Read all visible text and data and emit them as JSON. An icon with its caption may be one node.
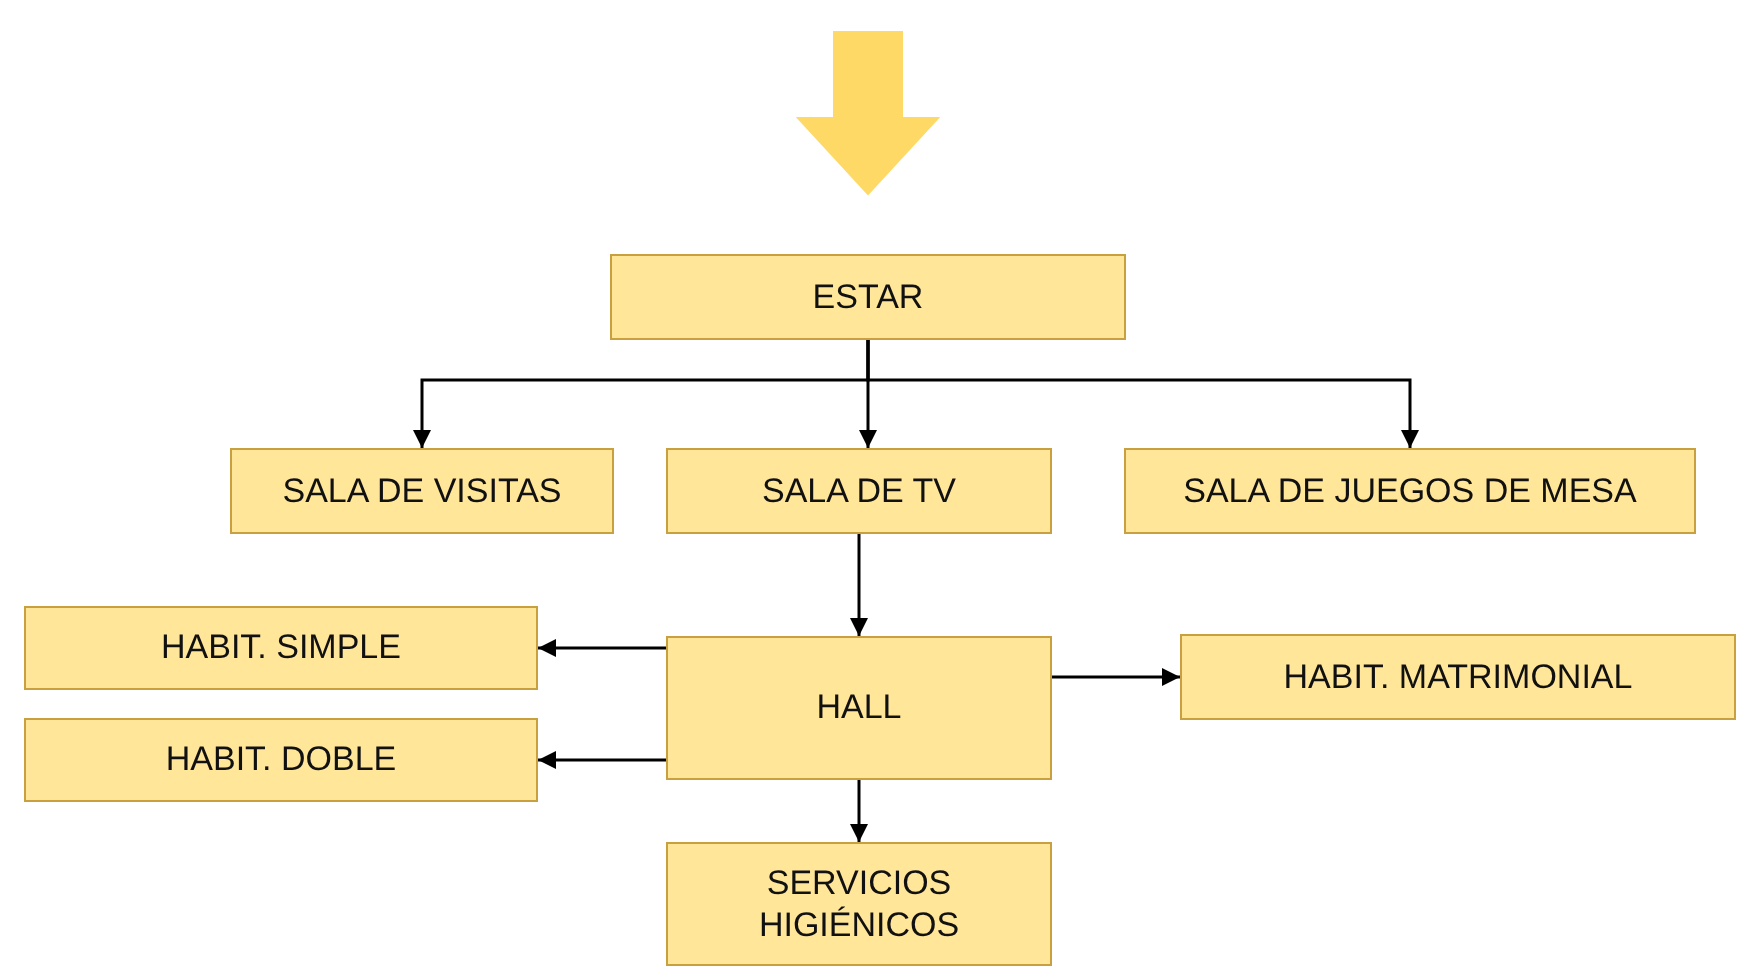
{
  "diagram": {
    "nodes": [
      {
        "text": [
          "ESTAR"
        ]
      },
      {
        "text": [
          "SALA DE VISITAS"
        ]
      },
      {
        "text": [
          "SALA DE TV"
        ]
      },
      {
        "text": [
          "SALA DE JUEGOS DE MESA"
        ]
      },
      {
        "text": [
          "HABIT. SIMPLE"
        ]
      },
      {
        "text": [
          "HALL"
        ]
      },
      {
        "text": [
          "HABIT. MATRIMONIAL"
        ]
      },
      {
        "text": [
          "HABIT. DOBLE"
        ]
      },
      {
        "text": [
          "SERVICIOS HIGIÉNICOS"
        ]
      }
    ],
    "edges": [
      {
        "from": null,
        "to": 0,
        "arrow": "to",
        "style": "thick",
        "color": "#ffd966"
      },
      {
        "from": 0,
        "to": 1,
        "arrow": "to"
      },
      {
        "from": 0,
        "to": 2,
        "arrow": "to"
      },
      {
        "from": 0,
        "to": 3,
        "arrow": "to"
      },
      {
        "from": 2,
        "to": 5,
        "arrow": "to"
      },
      {
        "from": 5,
        "to": 4,
        "arrow": "to"
      },
      {
        "from": 5,
        "to": 7,
        "arrow": "to"
      },
      {
        "from": 5,
        "to": 6,
        "arrow": "to"
      },
      {
        "from": 5,
        "to": 8,
        "arrow": "to"
      }
    ]
  }
}
